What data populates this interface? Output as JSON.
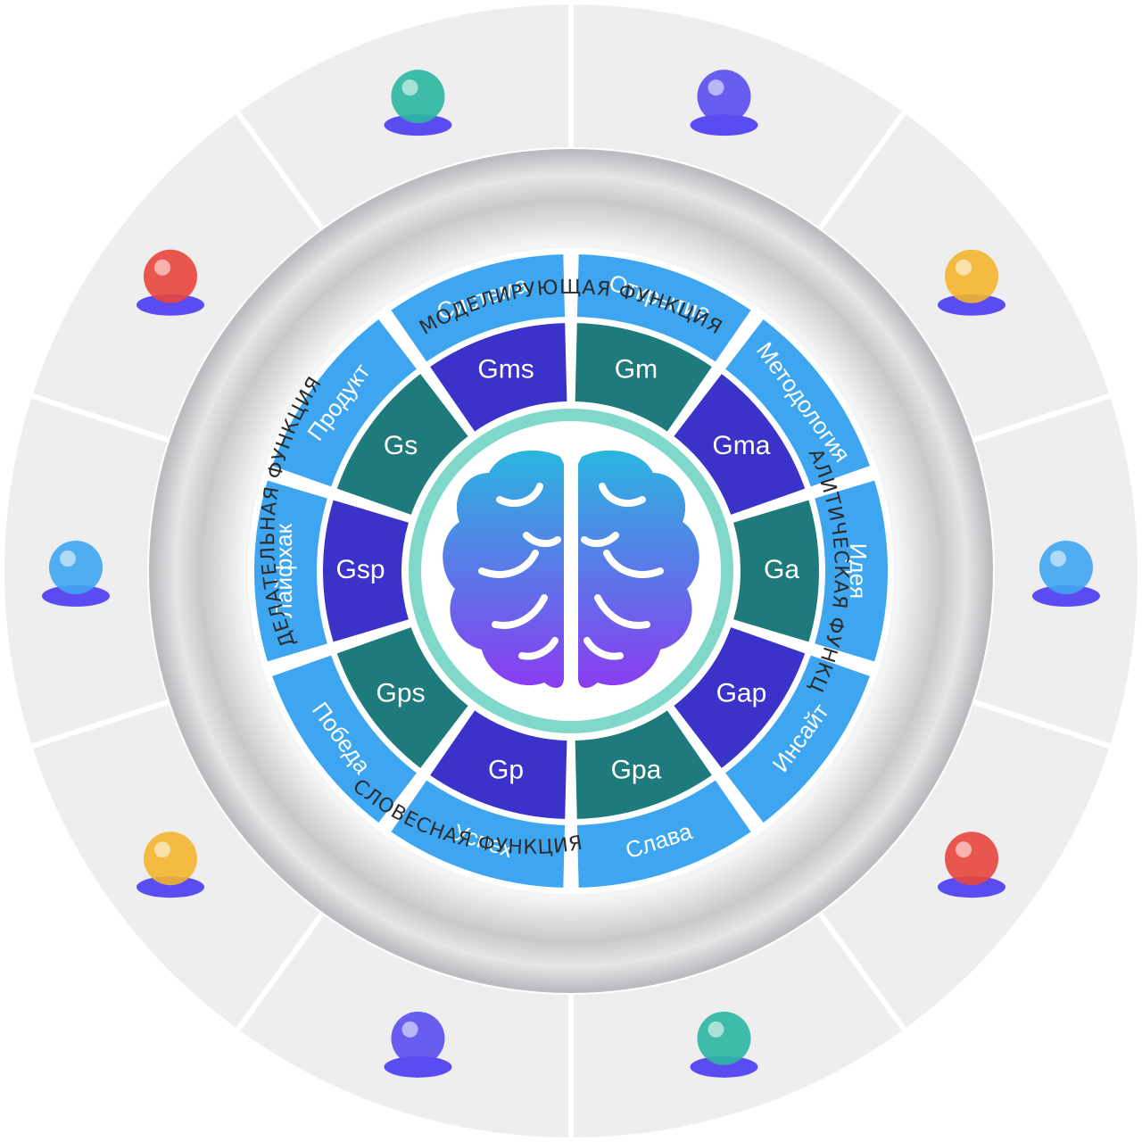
{
  "functions": {
    "modeling": "МОДЕЛИРУЮЩАЯ ФУНКЦИЯ",
    "analytical": "АНАЛИТИЧЕСКАЯ ФУНКЦИЯ",
    "verbal": "СЛОВЕСНАЯ ФУНКЦИЯ",
    "doing": "ДЕЛАТЕЛЬНАЯ ФУНКЦИЯ"
  },
  "segments": [
    {
      "label": "Открытие",
      "code": "Gm",
      "code_color": "#1f7b7b",
      "icon": "ring-portal-icon"
    },
    {
      "label": "Методология",
      "code": "Gma",
      "code_color": "#3a32c9",
      "icon": "pyramid-chart-icon"
    },
    {
      "label": "Идея",
      "code": "Ga",
      "code_color": "#1f7b7b",
      "icon": "light-bulb-icon"
    },
    {
      "label": "Инсайт",
      "code": "Gap",
      "code_color": "#3a32c9",
      "icon": "rocket-icon"
    },
    {
      "label": "Слава",
      "code": "Gpa",
      "code_color": "#1f7b7b",
      "icon": "target-darts-icon"
    },
    {
      "label": "Успех",
      "code": "Gp",
      "code_color": "#3a32c9",
      "icon": "laptop-chart-icon"
    },
    {
      "label": "Победа",
      "code": "Gps",
      "code_color": "#1f7b7b",
      "icon": "trophy-icon"
    },
    {
      "label": "Лайфхак",
      "code": "Gsp",
      "code_color": "#3a32c9",
      "icon": "gears-icon"
    },
    {
      "label": "Продукт",
      "code": "Gs",
      "code_color": "#1f7b7b",
      "icon": "stacked-discs-icon"
    },
    {
      "label": "Система",
      "code": "Gms",
      "code_color": "#3a32c9",
      "icon": "cards-stack-icon"
    }
  ],
  "center": {
    "icon": "brain-icon"
  },
  "colors": {
    "label_band": "#3ea6f0",
    "teal": "#1f7b7b",
    "indigo": "#3a32c9",
    "outer": "#eeeeef",
    "silver_ring": "#d4d4d6",
    "brain_gradient_start": "#2bb6e0",
    "brain_gradient_end": "#8a3cf0"
  }
}
